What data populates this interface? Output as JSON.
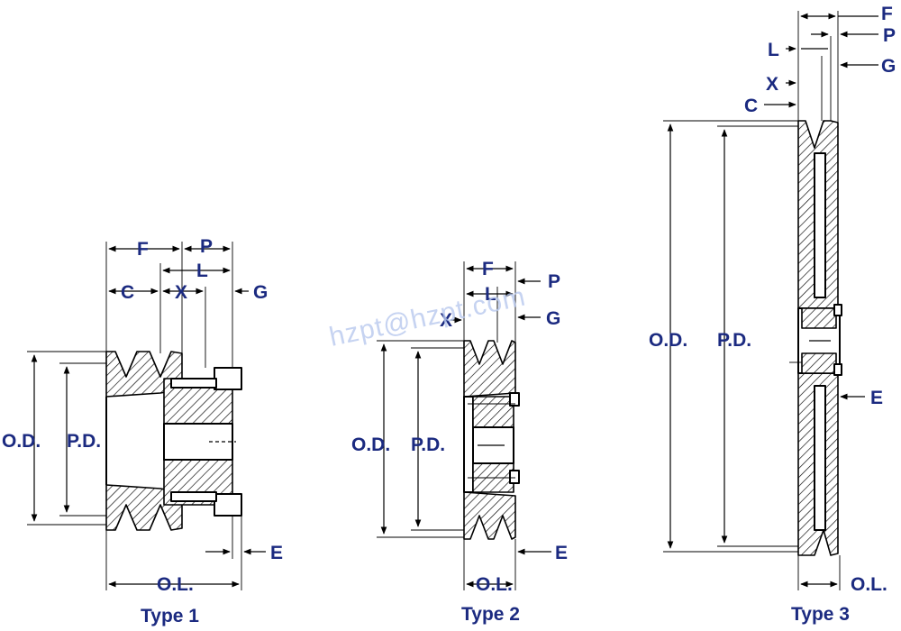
{
  "colors": {
    "label": "#1b2a80",
    "line": "#000000",
    "watermark": "#b9c9ee"
  },
  "watermark": "hzpt@hzpt.com",
  "types": [
    {
      "title": "Type 1",
      "labels": {
        "od": "O.D.",
        "pd": "P.D.",
        "f": "F",
        "p": "P",
        "c": "C",
        "x": "X",
        "l": "L",
        "g": "G",
        "e": "E",
        "ol": "O.L."
      }
    },
    {
      "title": "Type 2",
      "labels": {
        "od": "O.D.",
        "pd": "P.D.",
        "f": "F",
        "p": "P",
        "x": "X",
        "l": "L",
        "g": "G",
        "e": "E",
        "ol": "O.L."
      }
    },
    {
      "title": "Type 3",
      "labels": {
        "od": "O.D.",
        "pd": "P.D.",
        "f": "F",
        "p": "P",
        "l": "L",
        "g": "G",
        "x": "X",
        "c": "C",
        "e": "E",
        "ol": "O.L."
      }
    }
  ]
}
